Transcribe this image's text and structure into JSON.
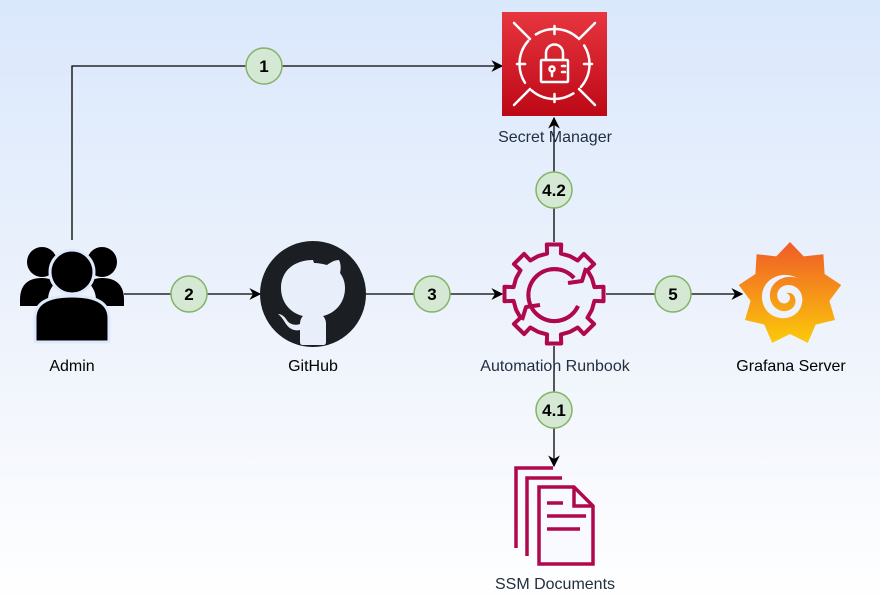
{
  "diagram": {
    "nodes": {
      "admin": {
        "label": "Admin",
        "icon": "users-group-icon"
      },
      "github": {
        "label": "GitHub",
        "icon": "github-octocat-icon"
      },
      "runbook": {
        "label": "Automation Runbook",
        "icon": "gear-sync-icon"
      },
      "secret": {
        "label": "Secret Manager",
        "icon": "secrets-manager-lock-icon"
      },
      "grafana": {
        "label": "Grafana Server",
        "icon": "grafana-logo-icon"
      },
      "ssm": {
        "label": "SSM Documents",
        "icon": "documents-stack-icon"
      }
    },
    "edges": [
      {
        "from": "admin",
        "to": "secret",
        "step": "1"
      },
      {
        "from": "admin",
        "to": "github",
        "step": "2"
      },
      {
        "from": "github",
        "to": "runbook",
        "step": "3"
      },
      {
        "from": "runbook",
        "to": "ssm",
        "step": "4.1"
      },
      {
        "from": "runbook",
        "to": "secret",
        "step": "4.2"
      },
      {
        "from": "runbook",
        "to": "grafana",
        "step": "5"
      }
    ],
    "colors": {
      "background_top": "#dae8fc",
      "background_bottom": "#ffffff",
      "badge_fill": "#d5e8d4",
      "badge_stroke": "#82b366",
      "secret_red_top": "#e7363f",
      "secret_red_bottom": "#bd0816",
      "ssm_magenta": "#b0084d",
      "grafana_orange": "#f05a28",
      "grafana_yellow": "#fbca0a"
    }
  }
}
